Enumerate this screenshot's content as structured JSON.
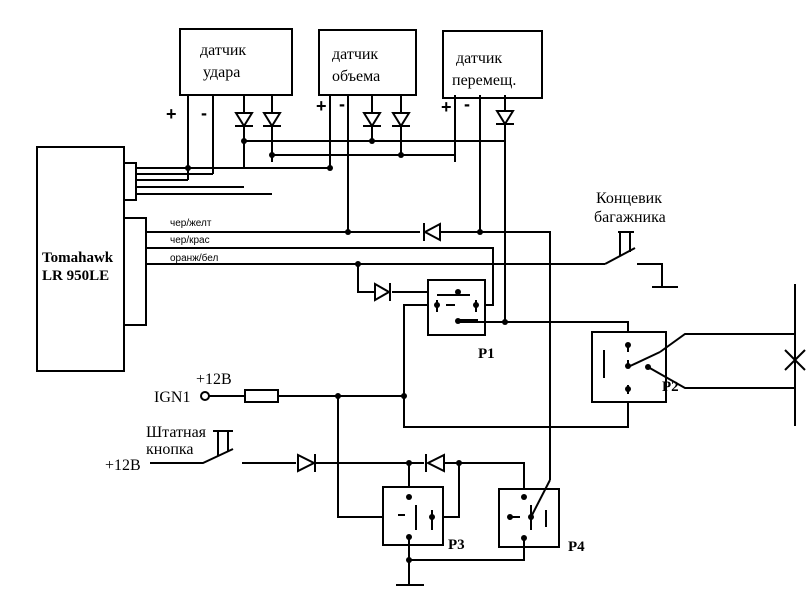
{
  "sensors": {
    "shock": [
      "датчик",
      "удара"
    ],
    "volume": [
      "датчик",
      "объема"
    ],
    "motion": [
      "датчик",
      "перемещ."
    ]
  },
  "polarity": {
    "plus": "+",
    "minus": "-"
  },
  "alarm_unit": [
    "Tomahawk",
    "LR 950LE"
  ],
  "wires": {
    "black_yellow": "чер/желт",
    "black_red": "чер/крас",
    "orange_white": "оранж/бел"
  },
  "trunk_switch": [
    "Концевик",
    "багажника"
  ],
  "ignition": {
    "voltage": "+12В",
    "name": "IGN1"
  },
  "stock_button": {
    "label": [
      "Штатная",
      "кнопка"
    ],
    "voltage": "+12В"
  },
  "relays": {
    "p1": "P1",
    "p2": "P2",
    "p3": "P3",
    "p4": "P4"
  }
}
